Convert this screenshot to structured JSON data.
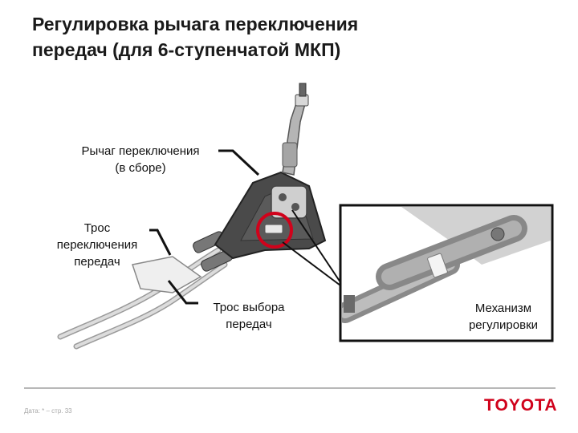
{
  "slide": {
    "title_line1": "Регулировка рычага переключения",
    "title_line2": "передач (для 6-ступенчатой МКП)"
  },
  "labels": {
    "lever_line1": "Рычаг переключения",
    "lever_line2": "(в сборе)",
    "shift_cable_line1": "Трос",
    "shift_cable_line2": "переключения",
    "shift_cable_line3": "передач",
    "select_cable_line1": "Трос выбора",
    "select_cable_line2": "передач",
    "mechanism_line1": "Механизм",
    "mechanism_line2": "регулировки"
  },
  "footer": {
    "text": "Дата: * – стр. 33",
    "logo": "TOYOTA"
  },
  "colors": {
    "highlight_circle": "#d0021b",
    "logo": "#d0021b"
  }
}
